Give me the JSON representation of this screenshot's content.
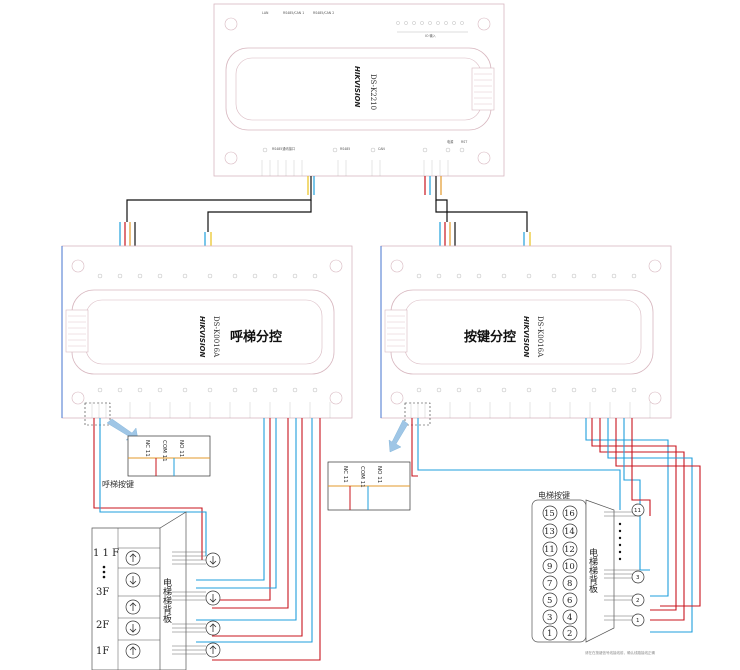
{
  "main_controller": {
    "model": "DS-K2210",
    "brand": "HIKVISION",
    "top_labels": [
      "LAN",
      "RS485/CAN 1",
      "RS485/CAN 2"
    ],
    "io_caption": "IO 输入",
    "bottom_mid_labels": [
      "RS485通讯接口",
      "RS485",
      "CAN"
    ],
    "power_labels": [
      "电源",
      "RST"
    ]
  },
  "call_controller": {
    "title": "呼梯分控",
    "model": "DS-K0016A",
    "brand": "HIKVISION"
  },
  "key_controller": {
    "title": "按键分控",
    "model": "DS-K0016A",
    "brand": "HIKVISION"
  },
  "terminal_box_left": {
    "labels": [
      "NC 11",
      "COM 11",
      "NO 11"
    ]
  },
  "terminal_box_right": {
    "labels": [
      "NC 11",
      "COM 11",
      "NO 11"
    ]
  },
  "call_button_label": "呼梯按键",
  "floors": [
    "1 1 F",
    "3F",
    "2F",
    "1F"
  ],
  "elevator_board_label": "电梯梯背板",
  "elevator_keys": {
    "title": "电梯按键",
    "keys": [
      "15",
      "16",
      "13",
      "14",
      "11",
      "12",
      "9",
      "10",
      "7",
      "8",
      "5",
      "6",
      "3",
      "4",
      "1",
      "2"
    ],
    "board_label": "电梯梯背板",
    "pins": [
      "11",
      "3",
      "2",
      "1"
    ],
    "note": "请在在按键信号线接线前，确认线路接线正确"
  },
  "colors": {
    "red": "#c8141e",
    "blue": "#1f9fdc",
    "black": "#111111",
    "yellow": "#e8c21c",
    "orange": "#e39a2b",
    "outline": "#d8b8c0"
  }
}
